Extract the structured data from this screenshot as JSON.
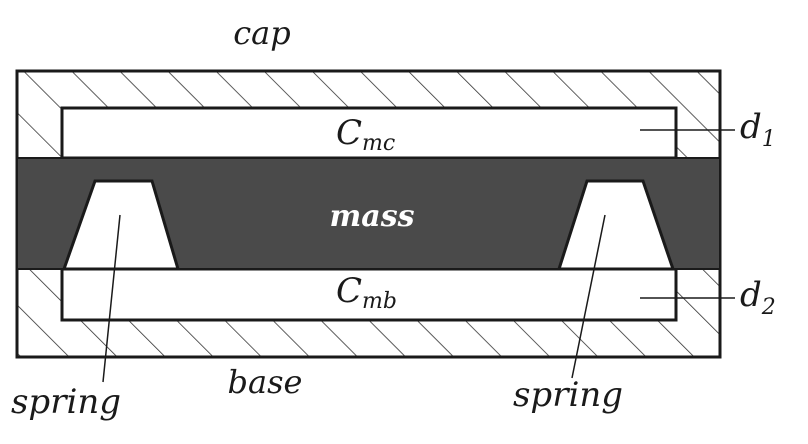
{
  "diagram": {
    "labels": {
      "cap": "cap",
      "base": "base",
      "mass": "mass",
      "cmc_main": "C",
      "cmc_sub": "mc",
      "cmb_main": "C",
      "cmb_sub": "mb",
      "d1_main": "d",
      "d1_sub": "1",
      "d2_main": "d",
      "d2_sub": "2",
      "spring_left": "spring",
      "spring_right": "spring"
    },
    "colors": {
      "outline": "#1a1a1a",
      "mass_fill": "#4a4a4a",
      "background": "#ffffff",
      "hatch": "#333333"
    }
  }
}
